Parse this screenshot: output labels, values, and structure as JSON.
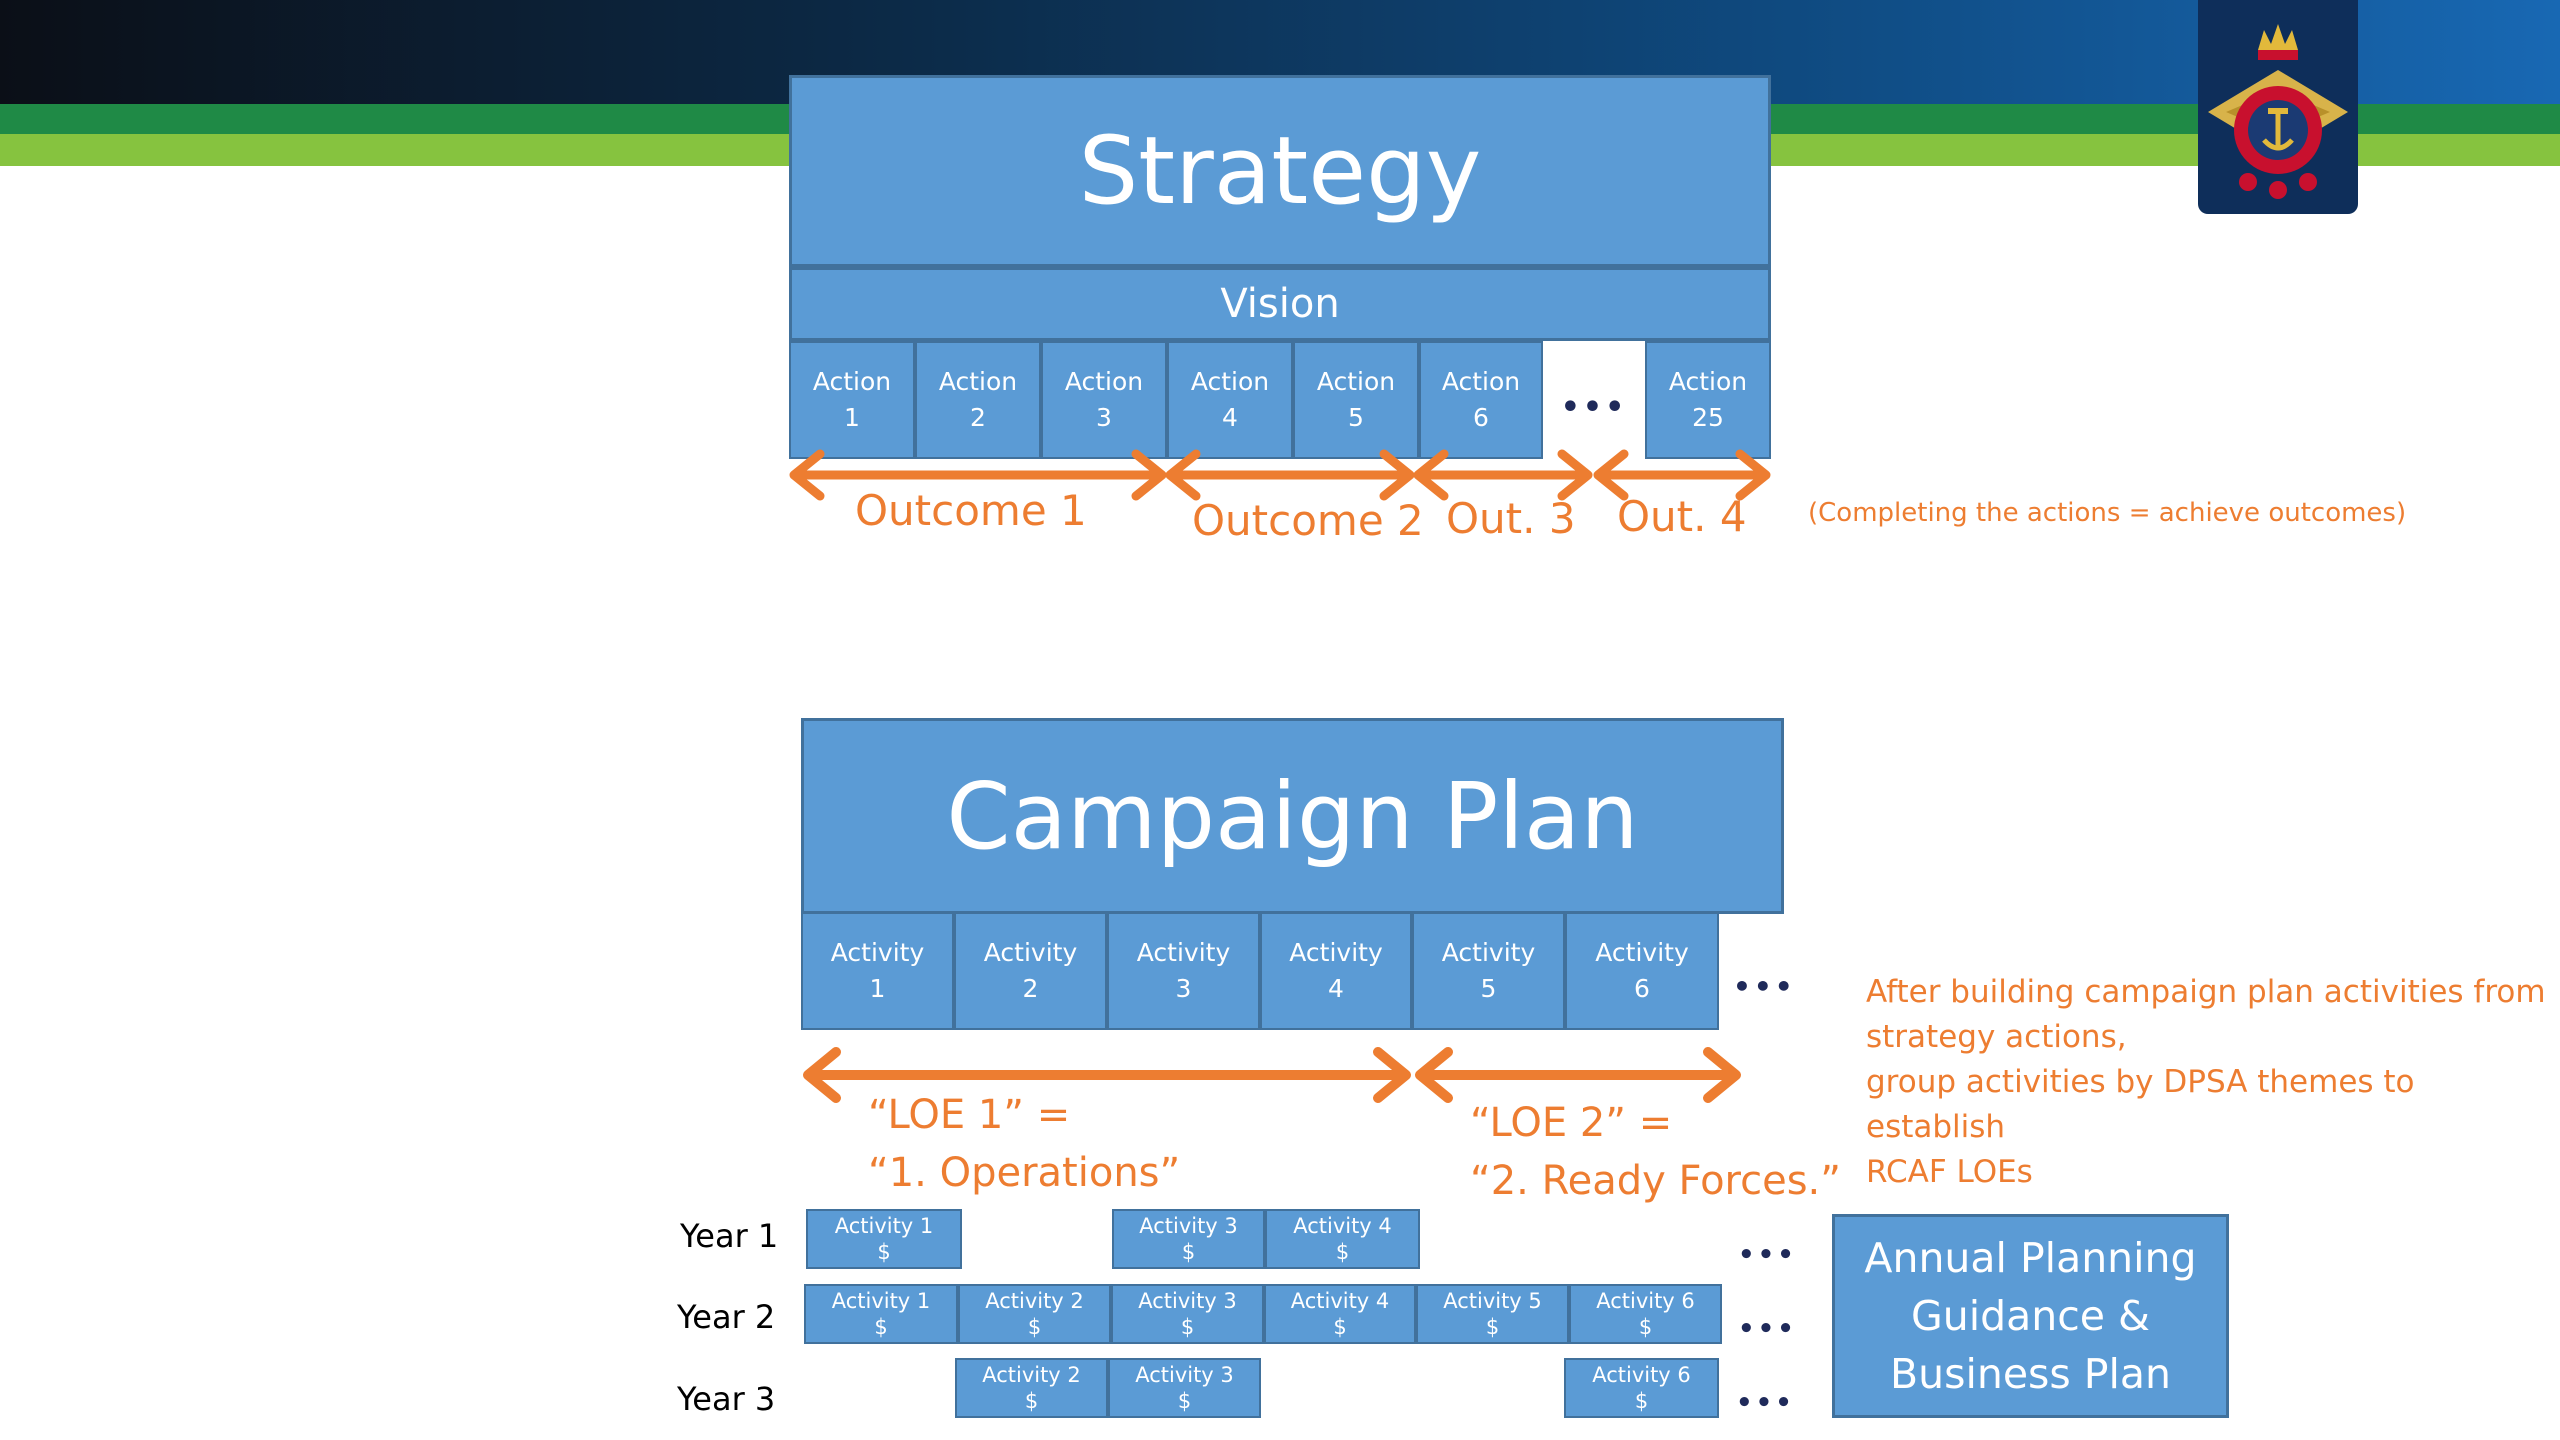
{
  "strategy": {
    "title": "Strategy",
    "vision": "Vision",
    "actions": [
      {
        "label": "Action",
        "num": "1"
      },
      {
        "label": "Action",
        "num": "2"
      },
      {
        "label": "Action",
        "num": "3"
      },
      {
        "label": "Action",
        "num": "4"
      },
      {
        "label": "Action",
        "num": "5"
      },
      {
        "label": "Action",
        "num": "6"
      },
      {
        "label": "Action",
        "num": "25"
      }
    ],
    "ellipsis": "•••",
    "outcomes": [
      "Outcome 1",
      "Outcome 2",
      "Out. 3",
      "Out. 4"
    ],
    "note": "(Completing the actions = achieve outcomes)"
  },
  "campaign": {
    "title": "Campaign Plan",
    "activities": [
      {
        "label": "Activity",
        "num": "1"
      },
      {
        "label": "Activity",
        "num": "2"
      },
      {
        "label": "Activity",
        "num": "3"
      },
      {
        "label": "Activity",
        "num": "4"
      },
      {
        "label": "Activity",
        "num": "5"
      },
      {
        "label": "Activity",
        "num": "6"
      }
    ],
    "ellipsis": "•••",
    "loe1_line1": "“LOE 1” =",
    "loe1_line2": "“1. Operations”",
    "loe2_line1": "“LOE 2” =",
    "loe2_line2": "“2. Ready Forces.”",
    "note_lines": [
      "After building campaign plan activities from",
      "strategy actions,",
      "group activities by DPSA themes to establish",
      "RCAF LOEs"
    ]
  },
  "years": {
    "labels": [
      "Year 1",
      "Year 2",
      "Year 3"
    ],
    "cost": "$",
    "ellipsis": "•••",
    "y1": [
      "Activity 1",
      "Activity 3",
      "Activity 4"
    ],
    "y2": [
      "Activity 1",
      "Activity 2",
      "Activity 3",
      "Activity 4",
      "Activity 5",
      "Activity 6"
    ],
    "y3": [
      "Activity 2",
      "Activity 3",
      "Activity 6"
    ]
  },
  "annual": {
    "lines": [
      "Annual Planning",
      "Guidance &",
      "Business Plan"
    ]
  },
  "colors": {
    "box_fill": "#5b9bd5",
    "box_border": "#41719c",
    "arrow": "#ed7d31",
    "header_green": "#1f8a46",
    "header_lime": "#86c33f"
  },
  "icons": {
    "logo": "rcaf-badge-icon"
  }
}
